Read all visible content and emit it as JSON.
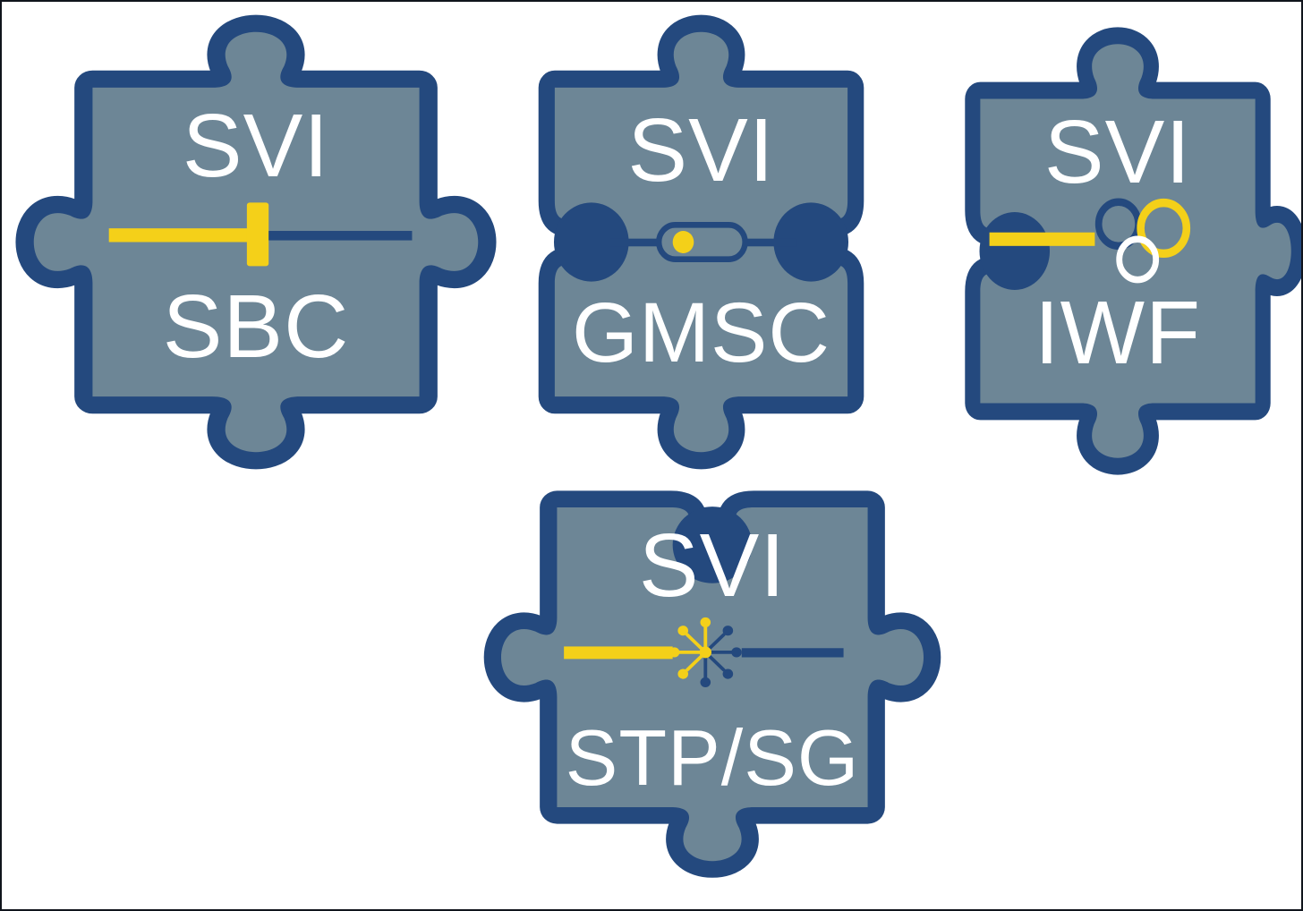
{
  "title": "SVI puzzle piece product diagram",
  "colors": {
    "navy": "#24497E",
    "slate": "#6D8696",
    "yellow": "#F4D019",
    "white": "#FFFFFF",
    "frame": "#10141c"
  },
  "pieces": [
    {
      "name": "SVI SBC",
      "top_label": "SVI",
      "bottom_label": "SBC",
      "icon": "straight-t-connector"
    },
    {
      "name": "SVI GMSC",
      "top_label": "SVI",
      "bottom_label": "GMSC",
      "icon": "pill-connector"
    },
    {
      "name": "SVI IWF",
      "top_label": "SVI",
      "bottom_label": "IWF",
      "icon": "interlocking-rings"
    },
    {
      "name": "SVI STP/SG",
      "top_label": "SVI",
      "bottom_label": "STP/SG",
      "icon": "branching-connector"
    }
  ]
}
